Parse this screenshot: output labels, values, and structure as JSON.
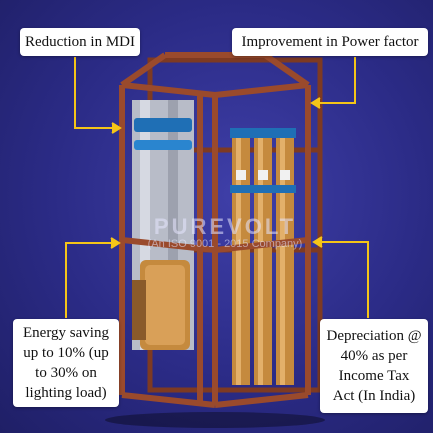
{
  "labels": {
    "mdi": "Reduction in MDI",
    "power_factor": "Improvement in Power factor",
    "energy": [
      "Energy saving",
      "up to 10% (up",
      "to 30% on",
      "lighting load)"
    ],
    "depreciation": [
      "Depreciation @",
      "40% as per",
      "Income Tax",
      "Act (In India)"
    ]
  },
  "watermark": {
    "brand": "PUREVOLT",
    "certification": "(An ISO 9001 - 2015 Company)"
  },
  "colors": {
    "background": "#2b2b86",
    "arrow": "#f5c518",
    "frame": "#9a4a2c",
    "copper": "#c58a3e"
  }
}
